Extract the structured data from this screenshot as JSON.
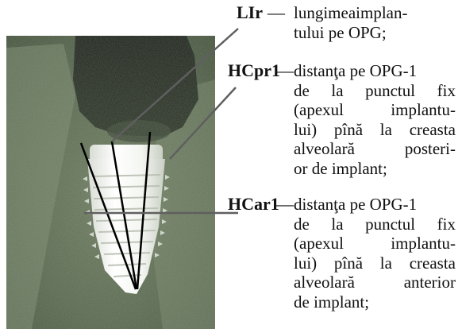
{
  "legend": [
    {
      "term": "LIr",
      "dash": "—",
      "lines": [
        "lungimeaimplan-",
        "tului pe OPG;"
      ]
    },
    {
      "term": "HCpr1",
      "dash": "—",
      "lines": [
        "distanţa pe OPG-1",
        "de la punctul fix",
        "(apexul implantu-",
        "lui) pînă la creasta",
        "alveolară posteri-",
        "or de implant;"
      ]
    },
    {
      "term": "HCar1",
      "dash": "—",
      "lines": [
        "distanţa pe OPG-1",
        "de la punctul fix",
        "(apexul implantu-",
        "lui) pînă la creasta",
        "alveolară anterior",
        "de implant;"
      ]
    }
  ]
}
